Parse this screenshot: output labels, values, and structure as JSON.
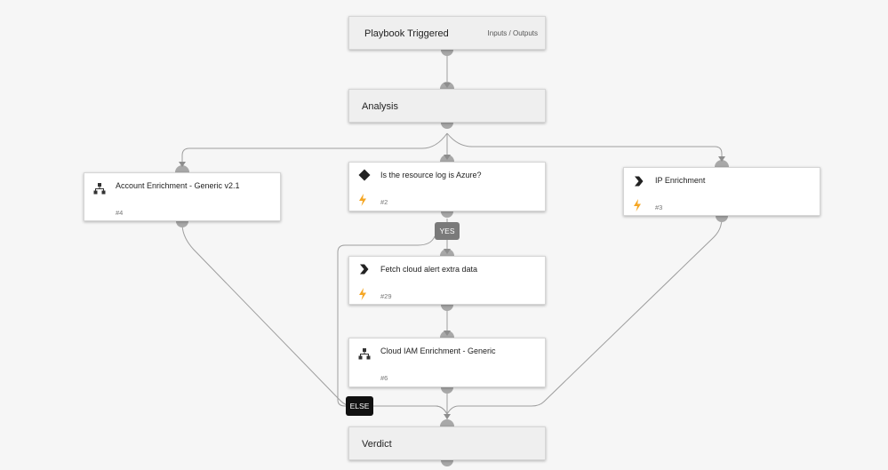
{
  "playbook": {
    "start": {
      "title": "Playbook Triggered",
      "io_label": "Inputs / Outputs"
    },
    "analysis": {
      "title": "Analysis"
    },
    "verdict": {
      "title": "Verdict"
    },
    "tasks": {
      "account_enrichment": {
        "name": "Account Enrichment - Generic v2.1",
        "number": "#4",
        "type_icon": "sub-playbook-icon"
      },
      "azure_check": {
        "name": "Is the resource log is Azure?",
        "number": "#2",
        "type_icon": "condition-diamond-icon"
      },
      "ip_enrichment": {
        "name": "IP Enrichment",
        "number": "#3",
        "type_icon": "chevron-right-icon"
      },
      "fetch_cloud": {
        "name": "Fetch cloud alert extra data",
        "number": "#29",
        "type_icon": "chevron-right-icon"
      },
      "cloud_iam": {
        "name": "Cloud IAM Enrichment - Generic",
        "number": "#6",
        "type_icon": "sub-playbook-icon"
      }
    },
    "condition_labels": {
      "yes": "YES",
      "else": "ELSE"
    }
  },
  "colors": {
    "canvas": "#f6f6f6",
    "connector": "#9e9e9e",
    "port": "#a8a8a8",
    "automation_bolt": "#f5a623",
    "yes_label": "#7a7a7a",
    "else_label": "#111111"
  }
}
